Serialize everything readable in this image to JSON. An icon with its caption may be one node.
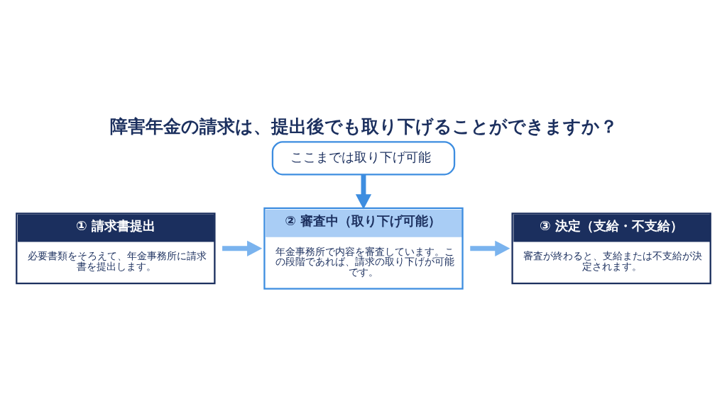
{
  "diagram": {
    "title": "障害年金の請求は、提出後でも取り下げることができますか？",
    "nodes": [
      {
        "text": [
          "ここまでは取り下げ可能"
        ]
      },
      {
        "text": [
          "① 請求書提出",
          "必要書類をそろえて、年金事務所に請求書を提出します。"
        ]
      },
      {
        "text": [
          "② 審査中（取り下げ可能）",
          "年金事務所で内容を審査しています。この段階であれば、請求の取り下げが可能です。"
        ]
      },
      {
        "text": [
          "③ 決定（支給・不支給）",
          "審査が終わると、支給または不支給が決定されます。"
        ]
      }
    ],
    "edges": [
      {
        "from": 0,
        "to": 2,
        "arrow": "to",
        "color": "#3d8de0"
      },
      {
        "from": 1,
        "to": 2,
        "arrow": "to"
      },
      {
        "from": 2,
        "to": 3,
        "arrow": "to"
      }
    ]
  }
}
